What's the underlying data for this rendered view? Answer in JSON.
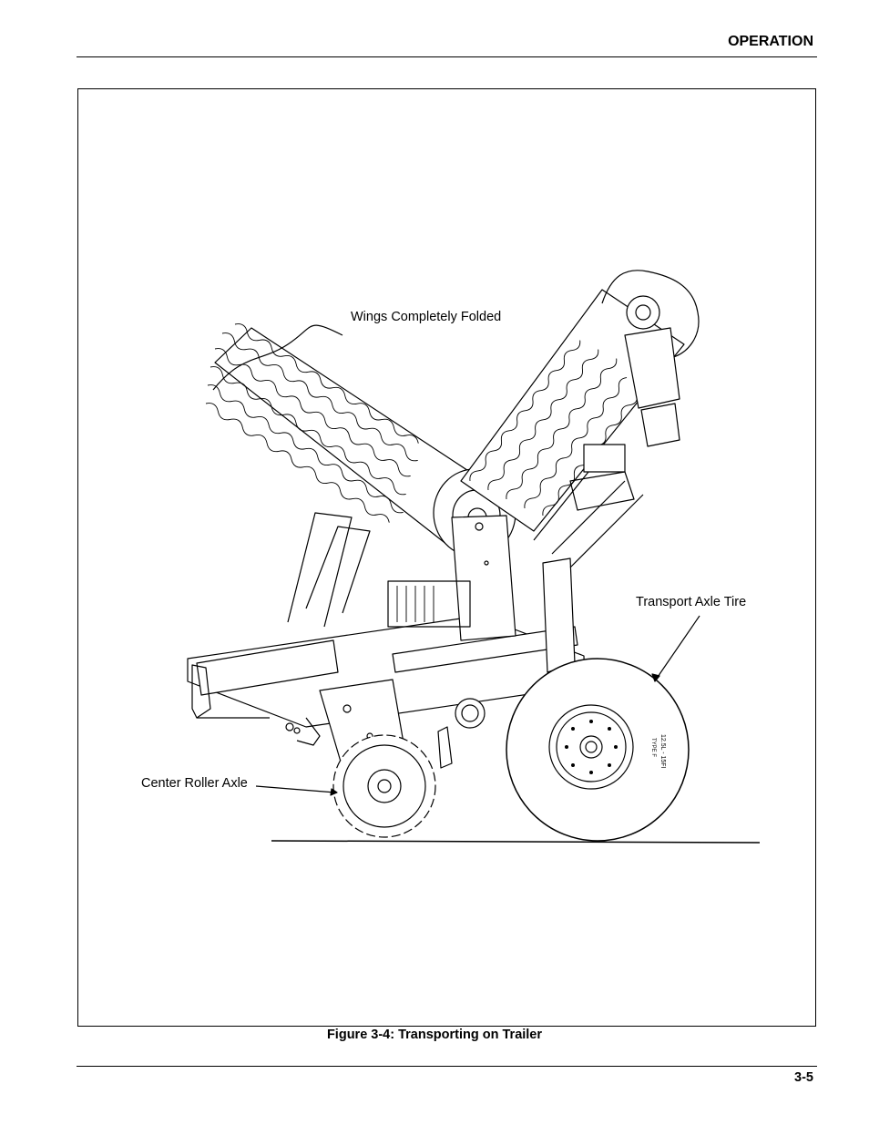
{
  "header": {
    "section_title": "OPERATION"
  },
  "figure": {
    "callouts": {
      "wings": "Wings Completely Folded",
      "tire": "Transport Axle Tire",
      "center_axle": "Center Roller Axle"
    },
    "tire_sidewall_size": "12.5L - 15FI",
    "tire_sidewall_type": "TYPE F",
    "caption": "Figure 3-4:  Transporting on Trailer"
  },
  "footer": {
    "page_number": "3-5"
  }
}
